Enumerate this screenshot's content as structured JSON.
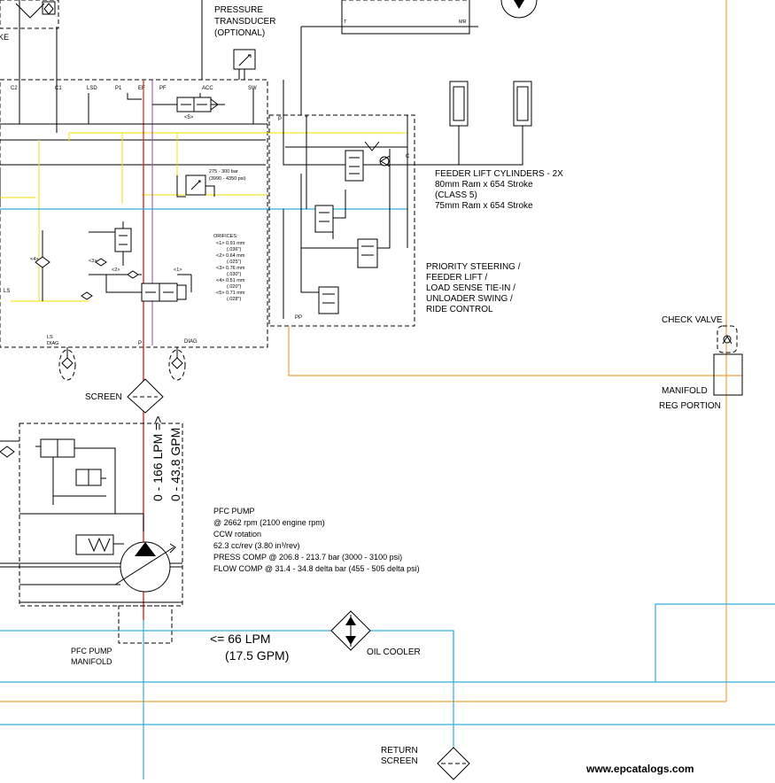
{
  "labels": {
    "pressure_transducer": [
      "PRESSURE",
      "TRANSDUCER",
      "(OPTIONAL)"
    ],
    "feeder_lift": [
      "FEEDER LIFT CYLINDERS - 2X",
      "80mm Ram x 654 Stroke",
      "(CLASS 5)",
      "75mm Ram x 654 Stroke"
    ],
    "priority": [
      "PRIORITY STEERING /",
      "FEEDER LIFT /",
      "LOAD SENSE TIE-IN /",
      "UNLOADER SWING /",
      "RIDE CONTROL"
    ],
    "check_valve": "CHECK VALVE",
    "manifold_reg": [
      "MANIFOLD",
      "REG PORTION"
    ],
    "screen": "SCREEN",
    "flow_rotated": [
      "0 - 166 LPM =>",
      "0 - 43.8 GPM"
    ],
    "pfc_pump": [
      "PFC PUMP",
      "@ 2662 rpm (2100 engine rpm)",
      "CCW rotation",
      "62.3 cc/rev (3.80 in³/rev)",
      "PRESS COMP @ 206.8 - 213.7  bar (3000  - 3100 psi)",
      "FLOW COMP @ 31.4 - 34.8 delta bar (455 - 505 delta psi)"
    ],
    "pfc_manifold": [
      "PFC PUMP",
      "MANIFOLD"
    ],
    "return_flow": [
      "<= 66 LPM",
      "(17.5 GPM)"
    ],
    "oil_cooler": "OIL COOLER",
    "return_screen": [
      "RETURN",
      "SCREEN"
    ],
    "relief": [
      "275 - 300 bar",
      "(3990 - 4350 psi)"
    ],
    "orifices": {
      "title": "ORIFICES:",
      "items": [
        "<1> 0.91 mm",
        "(.036\")",
        "<2> 0.64 mm",
        "(.025\")",
        "<3> 0.76 mm",
        "(.030\")",
        "<4> 0.51 mm",
        "(.020\")",
        "<5> 0.71 mm",
        "(.028\")"
      ]
    },
    "ports": {
      "c2": "C2",
      "c1": "C1",
      "lsd": "LSD",
      "p1": "P1",
      "ef": "EF",
      "pf": "PF",
      "acc": "ACC",
      "sw": "SW",
      "p": "P",
      "t": "T",
      "c": "C",
      "pp": "PP",
      "ls": "LS",
      "ls_diag": [
        "LS",
        "DIAG"
      ],
      "p_bottom": "P",
      "diag": "DIAG",
      "t_top": "T",
      "mr": "MR",
      "stroke_fragment": "KE",
      "orifice_tag5": "<5>",
      "orifice_tag4": "<4>",
      "orifice_tag3": "<3>",
      "orifice_tag2": "<2>",
      "orifice_tag1": "<1>"
    },
    "watermark": "www.epcatalogs.com"
  },
  "colors": {
    "yellow_line": "#f5e000",
    "cyan_line": "#31aee0",
    "orange_line": "#f0a040",
    "red_line": "#e02020",
    "purple_line": "#9a40c0"
  }
}
